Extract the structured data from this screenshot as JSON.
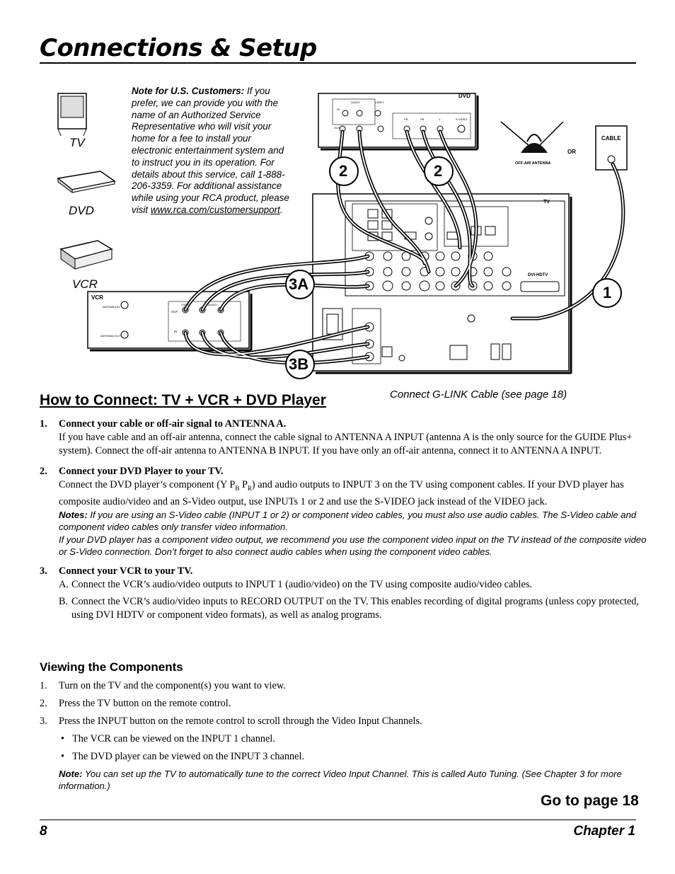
{
  "header": {
    "title": "Connections & Setup"
  },
  "note_us": {
    "lead": "Note for U.S. Customers:",
    "body": " If you prefer, we can provide you with the name of an Authorized Service Representative who will visit your home for a fee to install your electronic entertainment system and to instruct you in its operation. For details about this service, call 1-888-206-3359. For additional assistance while using your RCA product, please visit ",
    "link": "www.rca.com/customersupport",
    "end": "."
  },
  "devices": {
    "tv": "TV",
    "dvd": "DVD",
    "vcr": "VCR"
  },
  "diagram_labels": {
    "dvd_panel": "DVD",
    "tv_panel": "TV",
    "vcr_panel": "VCR",
    "cable": "CABLE",
    "or": "OR",
    "off_air": "OFF-AIR ANTENNA",
    "dvi": "DVI-HDTV",
    "vcr_out": "OUT",
    "vcr_in": "IN",
    "vcr_ant_in": "ANTENNA IN",
    "vcr_ant_out": "ANTENNA OUT",
    "vcr_video": "VIDEO",
    "vcr_audio": "AUDIO",
    "dvd_out": "OUT",
    "dvd_in": "IN",
    "dvd_audio": "AUDIO",
    "dvd_video": "VIDEO",
    "dvd_pr": "PR",
    "dvd_pb": "PB",
    "dvd_y": "Y",
    "dvd_svideo": "S-VIDEO"
  },
  "step_markers": {
    "s1": "1",
    "s2a": "2",
    "s2b": "2",
    "s3a": "3A",
    "s3b": "3B"
  },
  "section": {
    "heading": "How to Connect: TV + VCR + DVD Player",
    "glink_caption": "Connect G-LINK Cable (see page 18)"
  },
  "steps": [
    {
      "num": "1.",
      "title": "Connect your cable or off-air signal to ANTENNA A.",
      "body": "If you have cable and an off-air antenna, connect the cable signal to ANTENNA A INPUT (antenna A is the only source for the GUIDE Plus+ system). Connect the off-air antenna to ANTENNA B INPUT. If you have only an off-air antenna, connect it to ANTENNA A INPUT."
    },
    {
      "num": "2.",
      "title": "Connect your DVD Player to your TV.",
      "body_pre": "Connect the DVD player’s component (Y P",
      "sub_b": "B",
      "body_mid": " P",
      "sub_r": "R",
      "body_post": ") and audio outputs to INPUT 3 on the TV using component cables. If your DVD player has composite audio/video and an S-Video output, use INPUTs 1 or 2 and use the S-VIDEO jack instead of the VIDEO jack.",
      "notes_lead": "Notes:",
      "notes1": " If you are using an S-Video cable (INPUT 1 or 2) or component video cables, you must also use audio cables. The S-Video cable and component video cables only transfer video information.",
      "notes2": "If your DVD player has a component video output, we recommend you use the component video input on the TV instead of the composite video or S-Video connection. Don’t forget to also connect audio cables when using the component video cables."
    },
    {
      "num": "3.",
      "title": "Connect your VCR to your TV.",
      "a_label": "A.",
      "a": "Connect the VCR’s audio/video outputs to INPUT 1 (audio/video) on the TV using composite audio/video cables.",
      "b_label": "B.",
      "b": "Connect the VCR’s audio/video inputs to RECORD OUTPUT on the TV. This enables recording of digital programs (unless copy protected, using DVI HDTV or component video formats), as well as analog programs."
    }
  ],
  "viewing": {
    "heading": "Viewing the Components",
    "items": [
      {
        "n": "1.",
        "text": "Turn on the TV and the component(s) you want to view."
      },
      {
        "n": "2.",
        "text": "Press the TV button on the remote control."
      },
      {
        "n": "3.",
        "text": "Press the INPUT button on the remote control to scroll through the Video Input Channels."
      }
    ],
    "bullets": [
      "The VCR can be viewed on the INPUT 1 channel.",
      "The DVD player can be viewed on the INPUT 3 channel."
    ],
    "note_lead": "Note:",
    "note": " You can set up the TV to automatically tune to the correct Video Input Channel. This is called Auto Tuning. (See Chapter 3 for more information.)"
  },
  "footer": {
    "goto": "Go to page 18",
    "page": "8",
    "chapter": "Chapter 1"
  }
}
